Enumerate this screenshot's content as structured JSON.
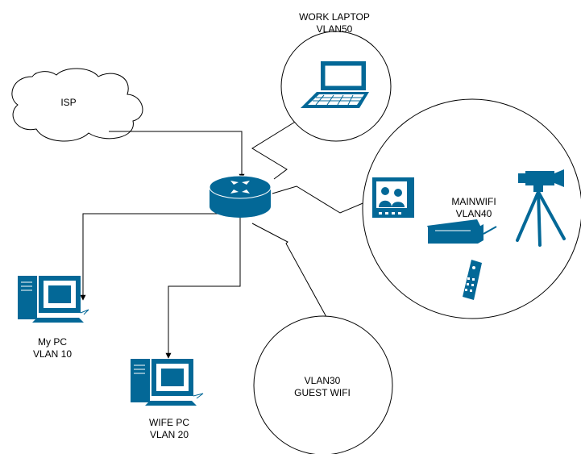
{
  "nodes": {
    "isp": {
      "label": "ISP"
    },
    "work_laptop": {
      "line1": "WORK LAPTOP",
      "line2": "VLAN50"
    },
    "mainwifi": {
      "line1": "MAINWIFI",
      "line2": "VLAN40"
    },
    "guest_wifi": {
      "line1": "VLAN30",
      "line2": "GUEST WIFI"
    },
    "my_pc": {
      "line1": "My PC",
      "line2": "VLAN 10"
    },
    "wife_pc": {
      "line1": "WIFE PC",
      "line2": "VLAN 20"
    }
  },
  "colors": {
    "device": "#036897",
    "device_light": "#ffffff",
    "line": "#000000"
  },
  "icons": [
    "cloud-icon",
    "router-icon",
    "laptop-icon",
    "desktop-pc-icon",
    "tv-icon",
    "camera-on-tripod-icon",
    "access-point-icon",
    "remote-control-icon"
  ]
}
